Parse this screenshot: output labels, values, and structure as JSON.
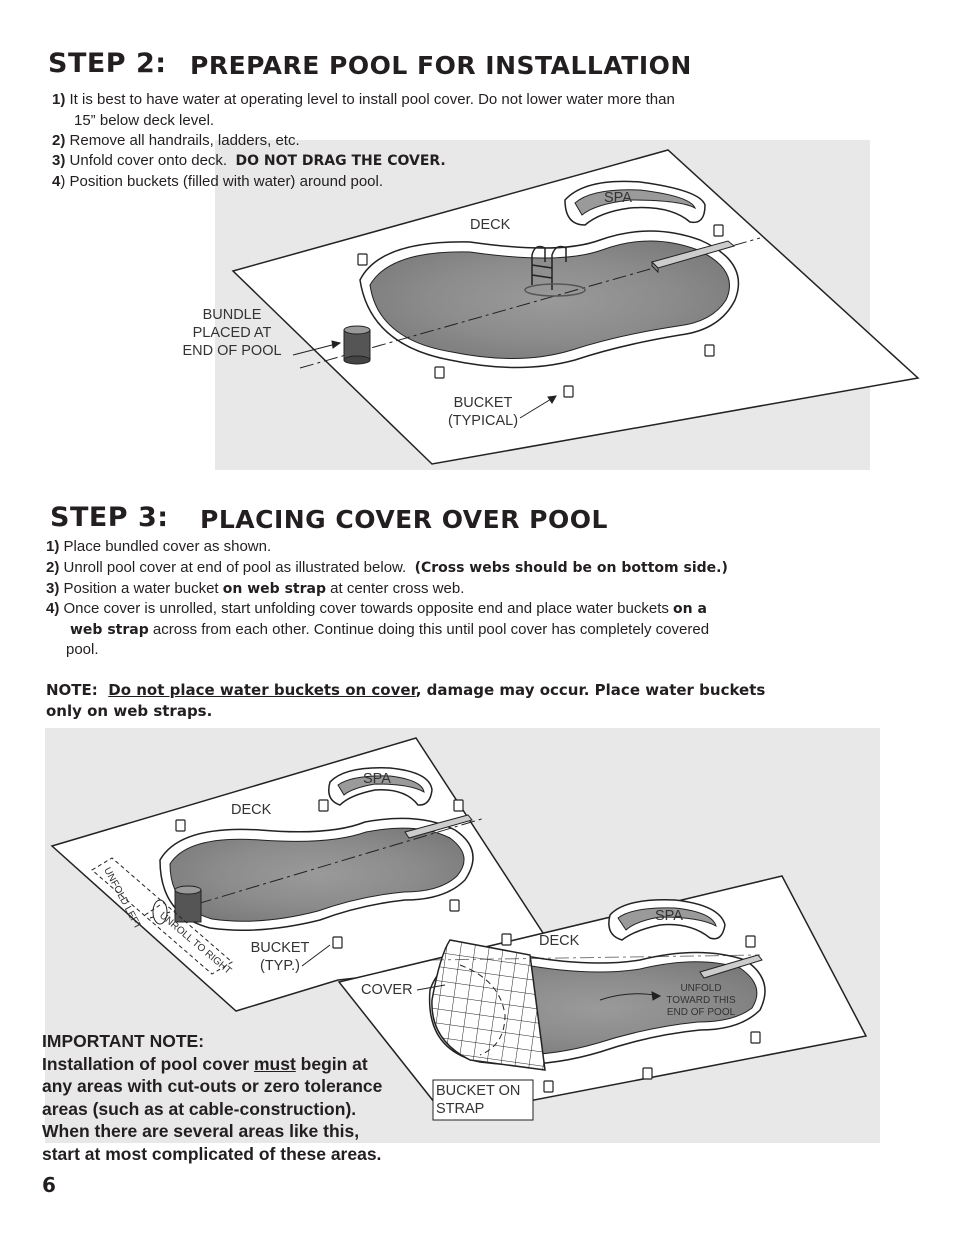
{
  "step2": {
    "step_label": "STEP 2:",
    "title": "PREPARE POOL FOR INSTALLATION",
    "items": [
      {
        "num": "1)",
        "text": "It is best to have water at operating level to install pool cover.  Do not lower water more than",
        "cont": "15” below deck level."
      },
      {
        "num": "2)",
        "text": "Remove all handrails, ladders, etc."
      },
      {
        "num": "3)",
        "text": "Unfold cover onto deck.",
        "emphasis": "DO NOT DRAG THE COVER."
      },
      {
        "num": "4",
        "text": ") Position buckets (filled with water) around pool."
      }
    ],
    "diagram": {
      "spa": "SPA",
      "deck": "DECK",
      "bundle": [
        "BUNDLE",
        "PLACED AT",
        "END OF POOL"
      ],
      "bucket": [
        "BUCKET",
        "(TYPICAL)"
      ]
    }
  },
  "step3": {
    "step_label": "STEP 3:",
    "title": "PLACING COVER OVER POOL",
    "items": [
      {
        "num": "1)",
        "text": "Place bundled cover as shown."
      },
      {
        "num": "2)",
        "text": "Unroll pool cover at end of pool as illustrated below.",
        "emphasis": "(Cross webs should be on bottom side.)"
      },
      {
        "num": "3)",
        "text": "Position a water bucket",
        "emphasis": "on web strap",
        "tail": "at center cross web."
      },
      {
        "num": "4)",
        "text": "Once cover is unrolled, start unfolding cover towards opposite end and place water buckets",
        "emphasis": "on a",
        "cont_emphasis": "web strap",
        "cont": "across from each other.  Continue doing this until pool cover has completely covered",
        "cont2": "pool."
      }
    ],
    "note": {
      "label": "NOTE:",
      "underlined": "Do not place water buckets on cover",
      "rest": ", damage may occur.  Place water buckets",
      "line2": "only on web straps."
    },
    "diagram1": {
      "spa": "SPA",
      "deck": "DECK",
      "unfold_left": "UNFOLD LEFT",
      "unroll_right": "UNROLL TO RIGHT",
      "bucket": [
        "BUCKET",
        "(TYP.)"
      ]
    },
    "diagram2": {
      "spa": "SPA",
      "deck": "DECK",
      "cover": "COVER",
      "unfold": [
        "UNFOLD",
        "TOWARD THIS",
        "END OF POOL"
      ],
      "bucket_on_strap": [
        "BUCKET ON",
        "STRAP"
      ]
    }
  },
  "important_note": {
    "heading": "IMPORTANT NOTE:",
    "line1_pre": "Installation of pool cover ",
    "line1_u": "must",
    "line1_post": " begin at",
    "lines": [
      "any areas with cut-outs or zero tolerance",
      "areas (such as at cable-construction).",
      "When there are several areas like this,",
      "start at most complicated of these areas."
    ]
  },
  "page_number": "6"
}
